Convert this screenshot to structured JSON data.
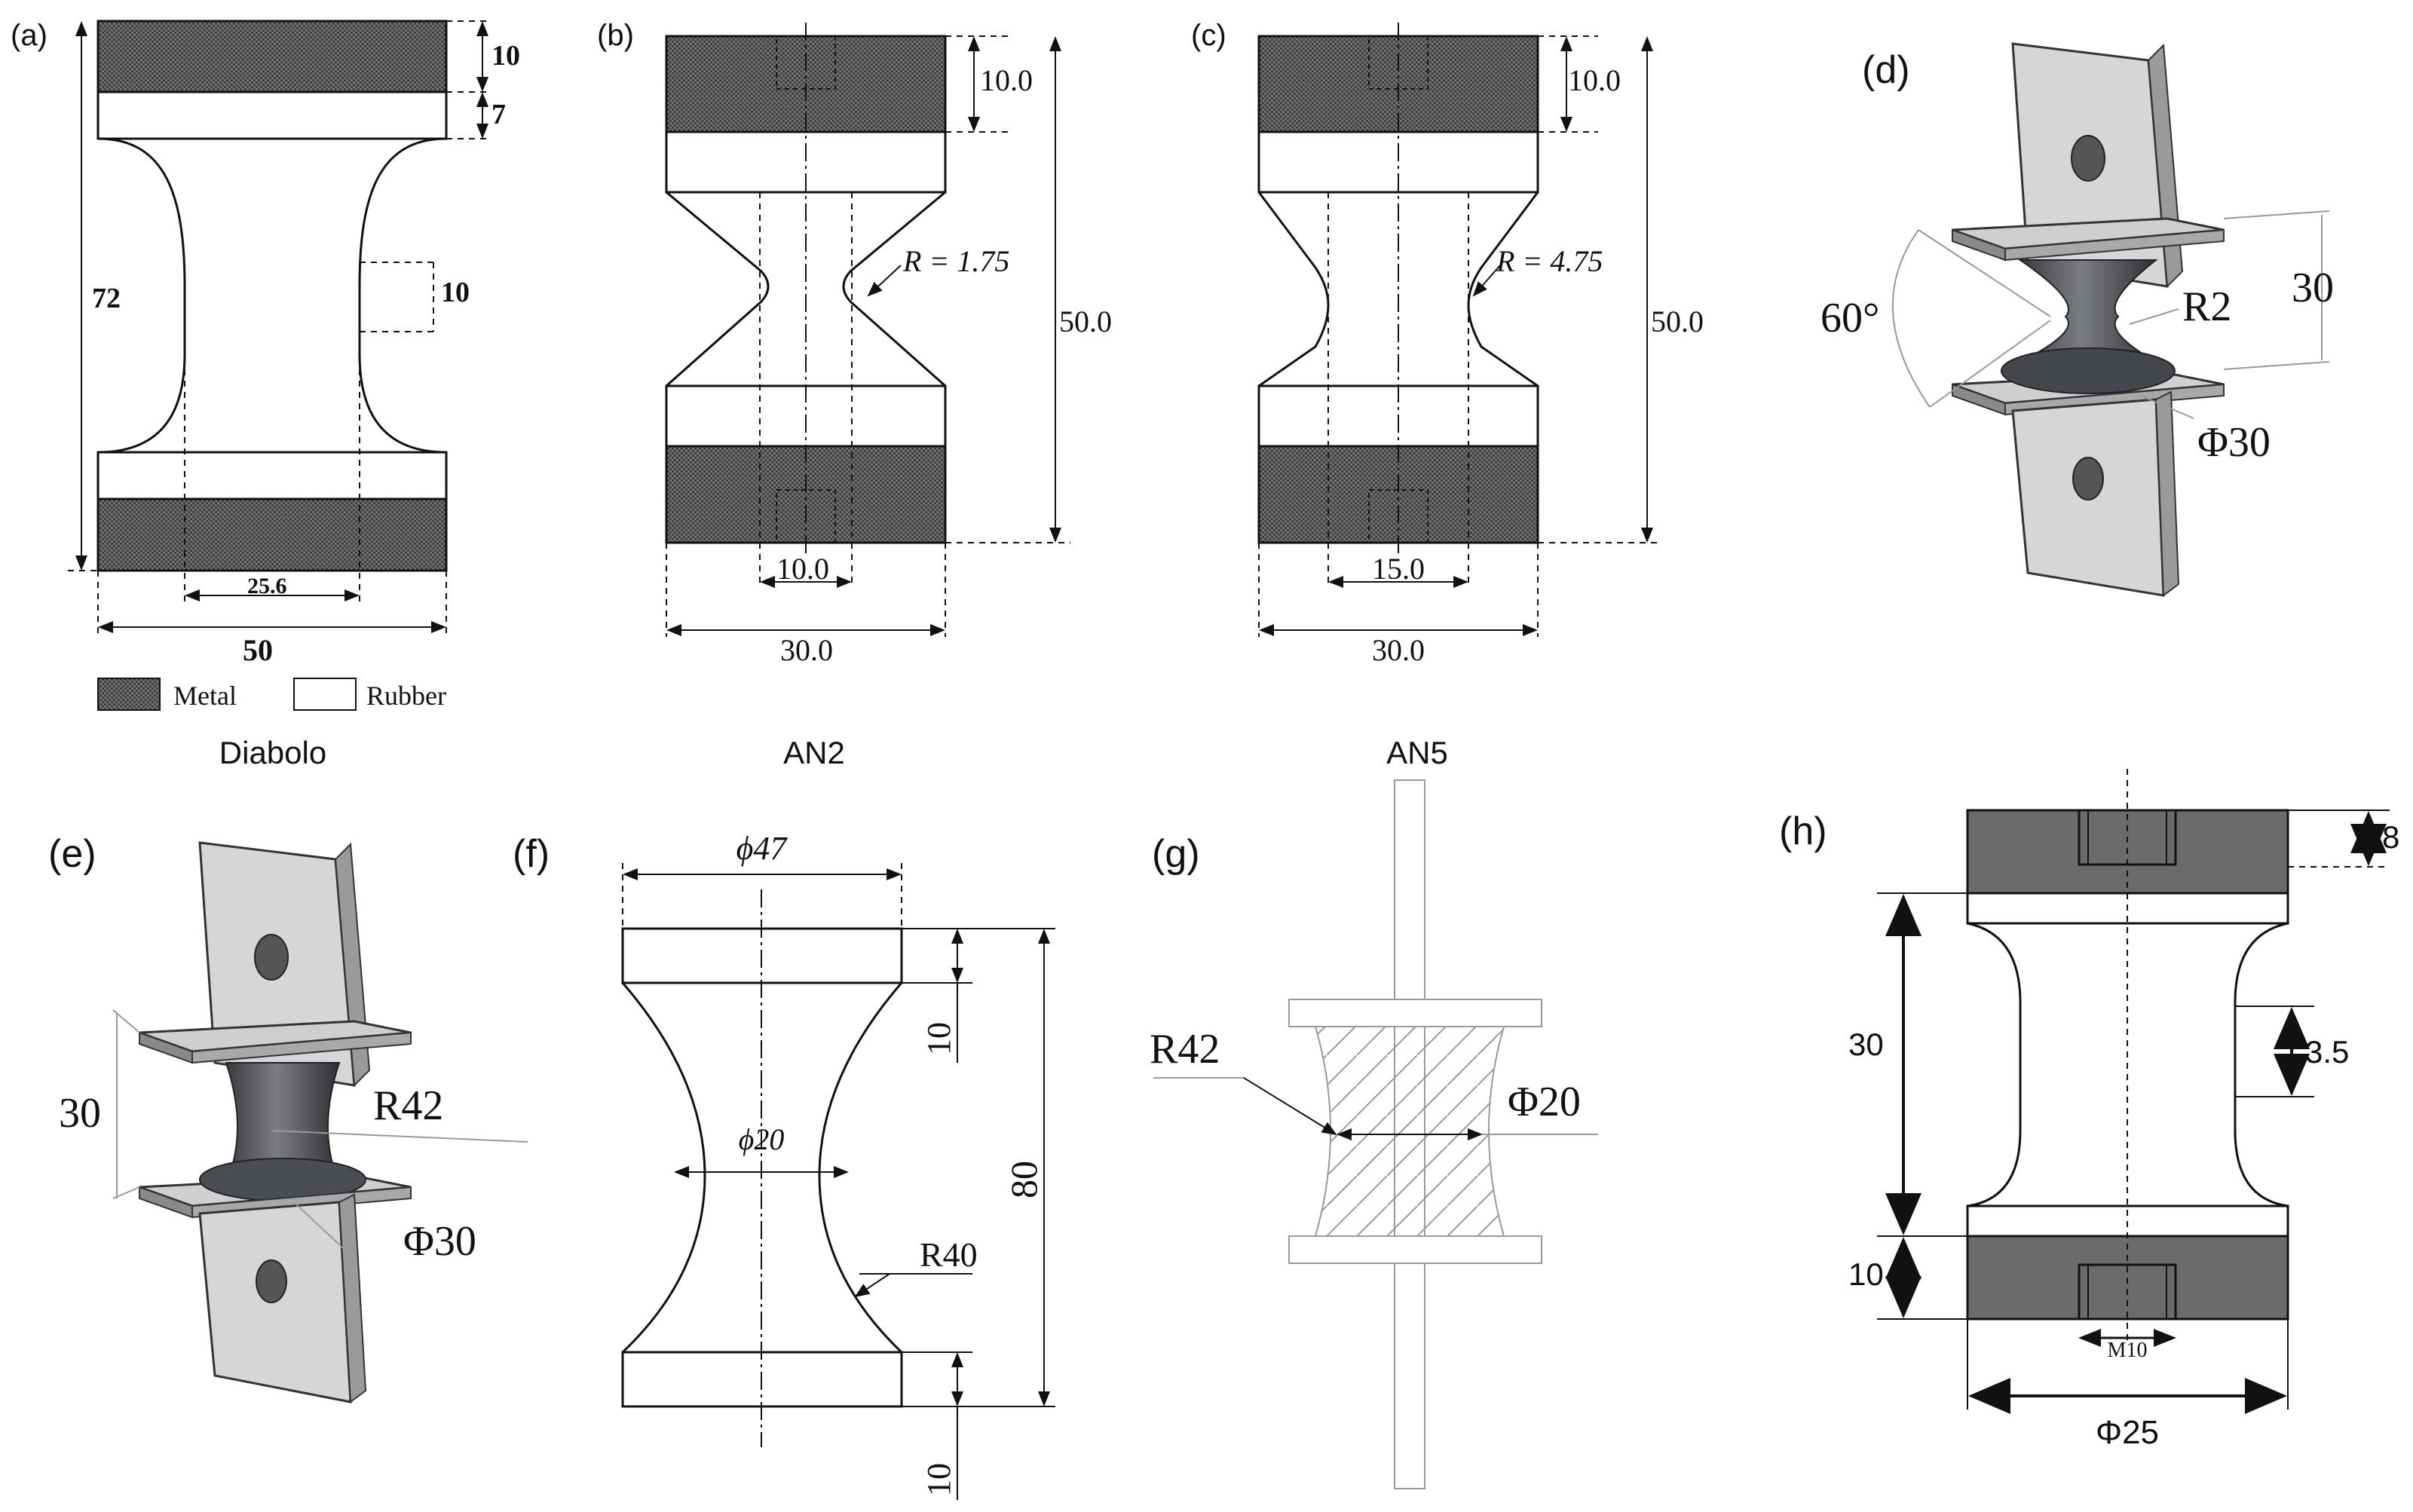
{
  "panels": {
    "a": {
      "label": "(a)",
      "caption": "Diabolo",
      "dims": {
        "top_metal": "10",
        "rubber_band": "7",
        "height": "72",
        "neck": "10",
        "inner_width": "25.6",
        "width": "50"
      },
      "legend": {
        "metal": "Metal",
        "rubber": "Rubber"
      }
    },
    "b": {
      "label": "(b)",
      "caption": "AN2",
      "dims": {
        "top": "10.0",
        "radius": "R = 1.75",
        "height": "50.0",
        "inner": "10.0",
        "width": "30.0"
      }
    },
    "c": {
      "label": "(c)",
      "caption": "AN5",
      "dims": {
        "top": "10.0",
        "radius": "R = 4.75",
        "height": "50.0",
        "inner": "15.0",
        "width": "30.0"
      }
    },
    "d": {
      "label": "(d)",
      "dims": {
        "angle": "60°",
        "radius": "R2",
        "height": "30",
        "diameter": "Φ30"
      }
    },
    "e": {
      "label": "(e)",
      "dims": {
        "height": "30",
        "radius": "R42",
        "diameter": "Φ30"
      }
    },
    "f": {
      "label": "(f)",
      "dims": {
        "top_dia": "ϕ47",
        "neck_dia": "ϕ20",
        "top": "10",
        "height": "80",
        "bottom": "10",
        "radius": "R40"
      }
    },
    "g": {
      "label": "(g)",
      "dims": {
        "radius": "R42",
        "diameter": "Φ20"
      }
    },
    "h": {
      "label": "(h)",
      "dims": {
        "top": "8",
        "height": "30",
        "neck": "3.5",
        "bottom": "10",
        "thread": "M10",
        "diameter": "Φ25"
      }
    }
  },
  "colors": {
    "metal": "#6b6b6b",
    "plate": "#d4d4d4",
    "rubber_dark": "#55585c"
  }
}
